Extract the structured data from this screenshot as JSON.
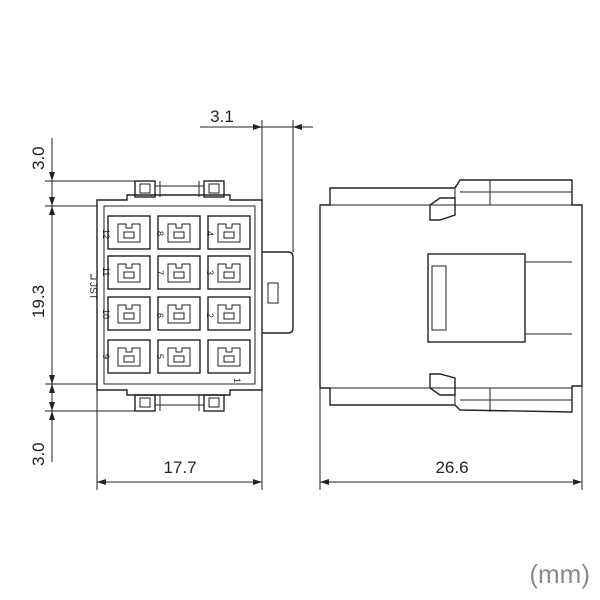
{
  "dimensions": {
    "top_height": "3.0",
    "body_height": "19.3",
    "bottom_height": "3.0",
    "front_width": "17.7",
    "side_width": "26.6",
    "latch_width": "3.1"
  },
  "pin_labels": [
    "12",
    "8",
    "4",
    "11",
    "7",
    "3",
    "10",
    "6",
    "2",
    "9",
    "5",
    "1"
  ],
  "brand": "JST",
  "unit_label": "(mm)"
}
